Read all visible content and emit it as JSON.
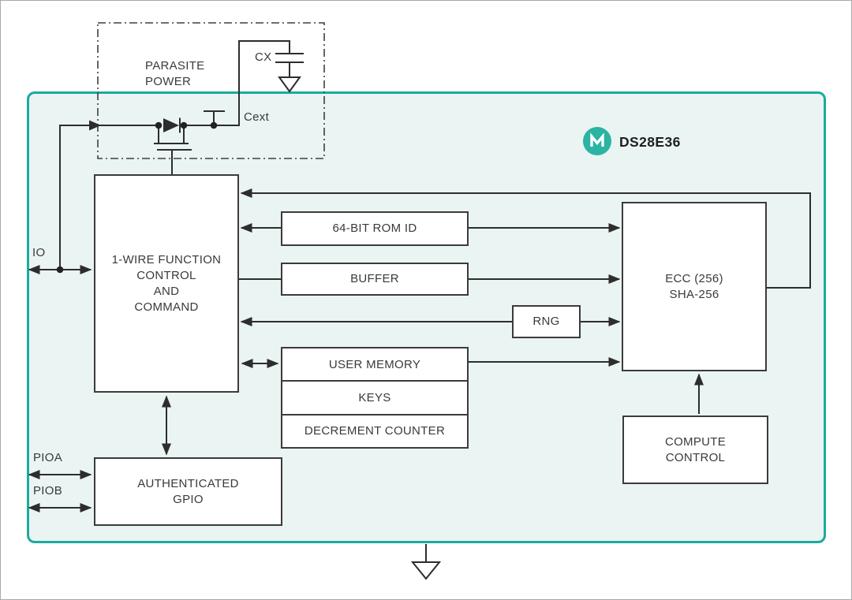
{
  "diagram": {
    "device_name": "DS28E36",
    "parasite_power_label": "PARASITE\nPOWER",
    "cx_label": "CX",
    "cext_label": "Cext",
    "pins": {
      "io": "IO",
      "pioa": "PIOA",
      "piob": "PIOB"
    },
    "blocks": {
      "onewire": "1-WIRE FUNCTION\nCONTROL\nAND\nCOMMAND",
      "rom_id": "64-BIT ROM ID",
      "buffer": "BUFFER",
      "rng": "RNG",
      "memory": [
        "USER MEMORY",
        "KEYS",
        "DECREMENT COUNTER"
      ],
      "ecc": "ECC (256)\nSHA-256",
      "compute_control": "COMPUTE\nCONTROL",
      "gpio": "AUTHENTICATED\nGPIO"
    },
    "colors": {
      "chip_border_teal": "#1daa9f",
      "chip_fill": "#eaf4f2",
      "logo_teal": "#2bb3a4",
      "wire": "#2d2d2d"
    }
  }
}
